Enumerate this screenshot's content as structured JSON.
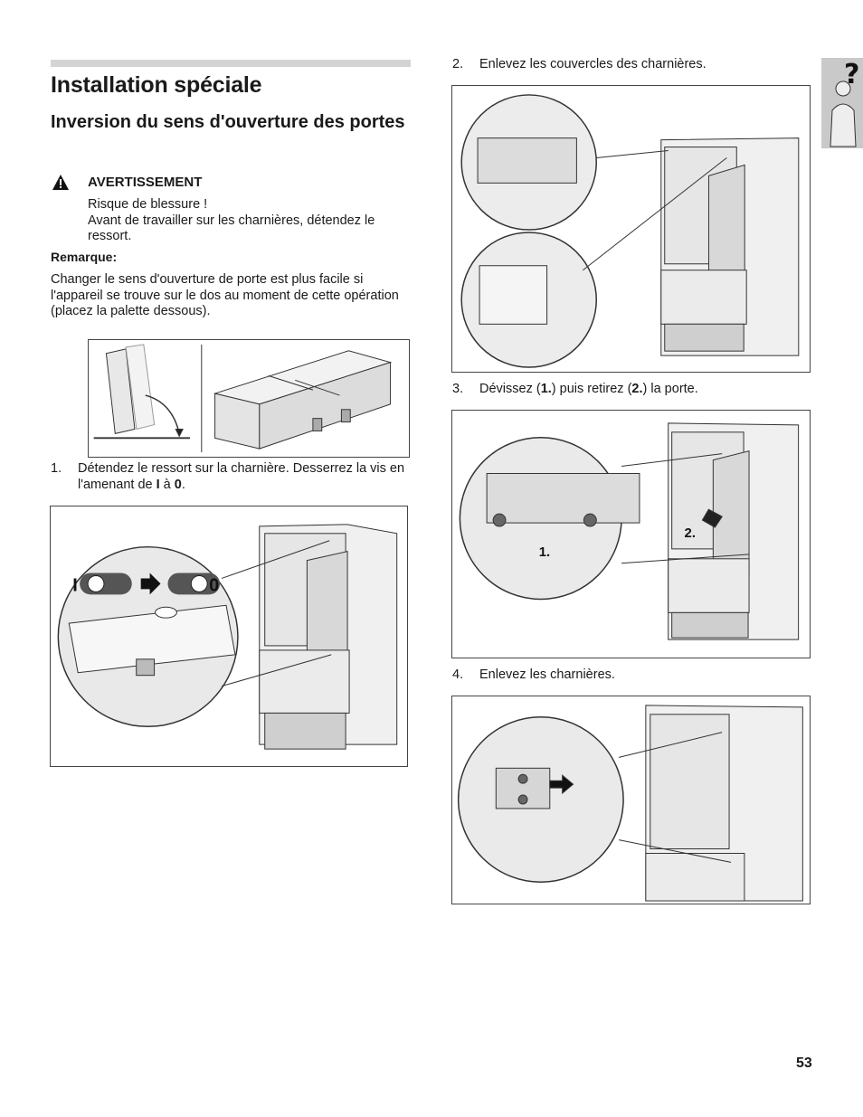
{
  "section_title": "Installation spéciale",
  "subsection_title": "Inversion du sens d'ouverture des portes",
  "warning": {
    "title": "AVERTISSEMENT",
    "line1": "Risque de blessure !",
    "line2": "Avant de travailler sur les charnières, détendez le ressort."
  },
  "note": {
    "title": "Remarque:",
    "body": "Changer le sens d'ouverture de porte est plus facile si l'appareil se trouve sur le dos au moment de cette opération (placez la palette dessous)."
  },
  "steps": [
    {
      "num": "1.",
      "text_a": "Détendez le ressort sur la charnière. Desserrez la vis en l'amenant de ",
      "b1": "I",
      "mid": " à ",
      "b2": "0",
      "end": "."
    },
    {
      "num": "2.",
      "text": "Enlevez les couvercles des charnières."
    },
    {
      "num": "3.",
      "text_a": "Dévissez (",
      "b1": "1.",
      "mid": ") puis retirez (",
      "b2": "2.",
      "end": ") la porte."
    },
    {
      "num": "4.",
      "text": "Enlevez les charnières."
    }
  ],
  "figure_labels": {
    "switch_from": "I",
    "switch_to": "0",
    "callout_1": "1.",
    "callout_2": "2."
  },
  "side_tab": {
    "icon": "question-mark-person-icon",
    "glyph": "?"
  },
  "page_number": "53"
}
